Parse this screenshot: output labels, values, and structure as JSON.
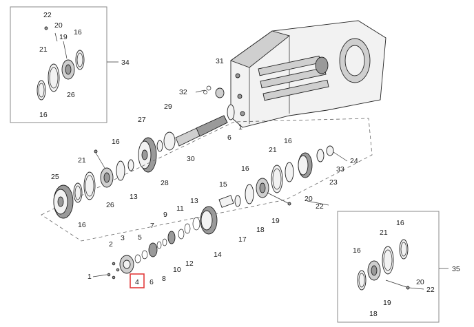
{
  "colors": {
    "highlight": "#e23a3a",
    "line": "#222222",
    "box": "#888888"
  },
  "labels": {
    "i34_22": "22",
    "i34_20": "20",
    "i34_19": "19",
    "i34_16a": "16",
    "i34_21": "21",
    "i34_26": "26",
    "i34_16b": "16",
    "i34_ref": "34",
    "p31": "31",
    "p32": "32",
    "p1a": "1",
    "p6a": "6",
    "p29": "29",
    "p27": "27",
    "p30": "30",
    "p28": "28",
    "p16a": "16",
    "p21a": "21",
    "p13a": "13",
    "p26": "26",
    "p25": "25",
    "p16b": "16",
    "p21b": "21",
    "p16c": "16",
    "p24": "24",
    "p33": "33",
    "p23": "23",
    "p16d": "16",
    "p15": "15",
    "p20": "20",
    "p22": "22",
    "p19": "19",
    "p18": "18",
    "p17": "17",
    "p14": "14",
    "p13b": "13",
    "p11": "11",
    "p9": "9",
    "p7": "7",
    "p5": "5",
    "p3": "3",
    "p2": "2",
    "p1b": "1",
    "p4": "4",
    "p6b": "6",
    "p8": "8",
    "p10": "10",
    "p12": "12",
    "i35_16a": "16",
    "i35_21": "21",
    "i35_16b": "16",
    "i35_20": "20",
    "i35_22": "22",
    "i35_19": "19",
    "i35_18": "18",
    "i35_ref": "35"
  }
}
